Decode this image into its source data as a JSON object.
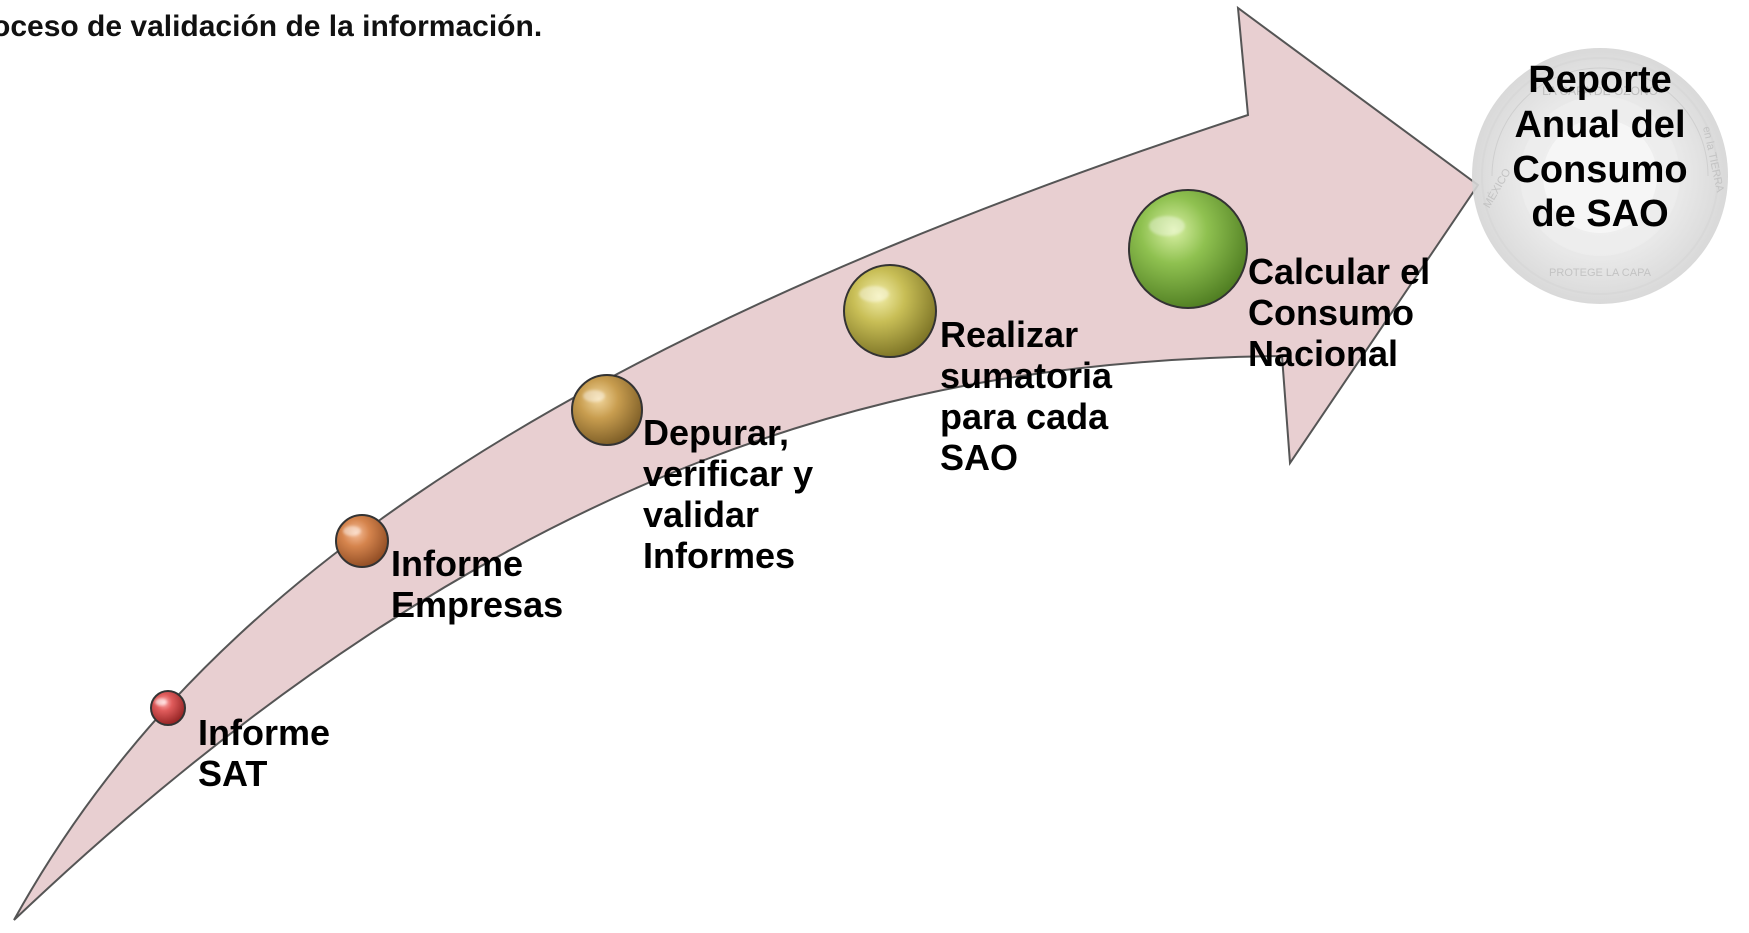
{
  "title": "oceso de validación de la información.",
  "colors": {
    "arrow_fill": "#e8cfd1",
    "arrow_stroke": "#555555",
    "step1": "#cf3f3f",
    "step2": "#d27d4a",
    "step3": "#c79a4c",
    "step4": "#c8bc55",
    "step5": "#90bf53"
  },
  "steps": [
    {
      "label": "Informe\nSAT",
      "icon": "red-circle-icon"
    },
    {
      "label": "Informe\nEmpresas",
      "icon": "orange-circle-icon"
    },
    {
      "label": "Depurar,\nverificar y\nvalidar\nInformes",
      "icon": "gold-circle-icon"
    },
    {
      "label": "Realizar\nsumatoria\npara cada\nSAO",
      "icon": "yellow-green-circle-icon"
    },
    {
      "label": "Calcular el\nConsumo\nNacional",
      "icon": "green-circle-icon"
    }
  ],
  "result": {
    "label": "Reporte\nAnual del\nConsumo\nde SAO",
    "seal_text": "LA CAPA DE OZONO permite la vida en la TIERRA · MÉXICO PROTEGE LA CAPA DE OZONO"
  }
}
